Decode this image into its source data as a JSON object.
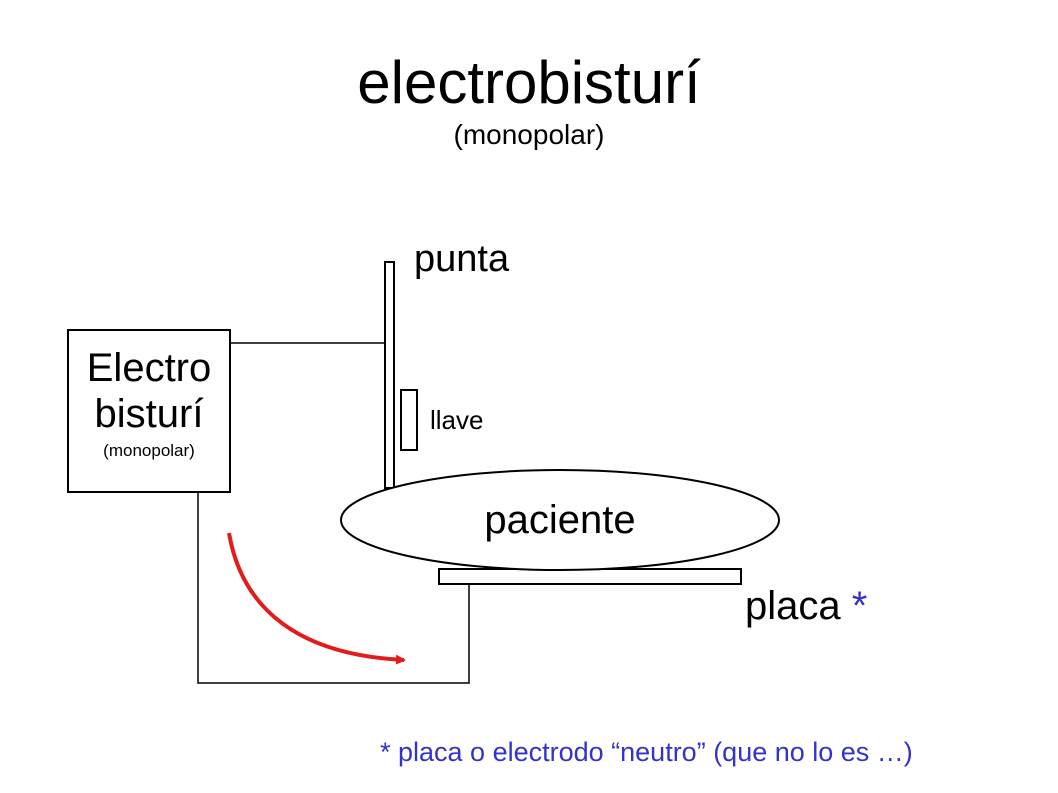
{
  "title": "electrobisturí",
  "subtitle": "(monopolar)",
  "device": {
    "line1": "Electro",
    "line2": "bisturí",
    "line3": "(monopolar)"
  },
  "labels": {
    "punta": "punta",
    "llave": "llave",
    "paciente": "paciente",
    "placa": "placa",
    "placa_mark": "*"
  },
  "footnote": "* placa o electrodo “neutro” (que no lo es …)",
  "colors": {
    "arrow": "#e31b1b",
    "note": "#3333cc",
    "stroke": "#000000"
  }
}
